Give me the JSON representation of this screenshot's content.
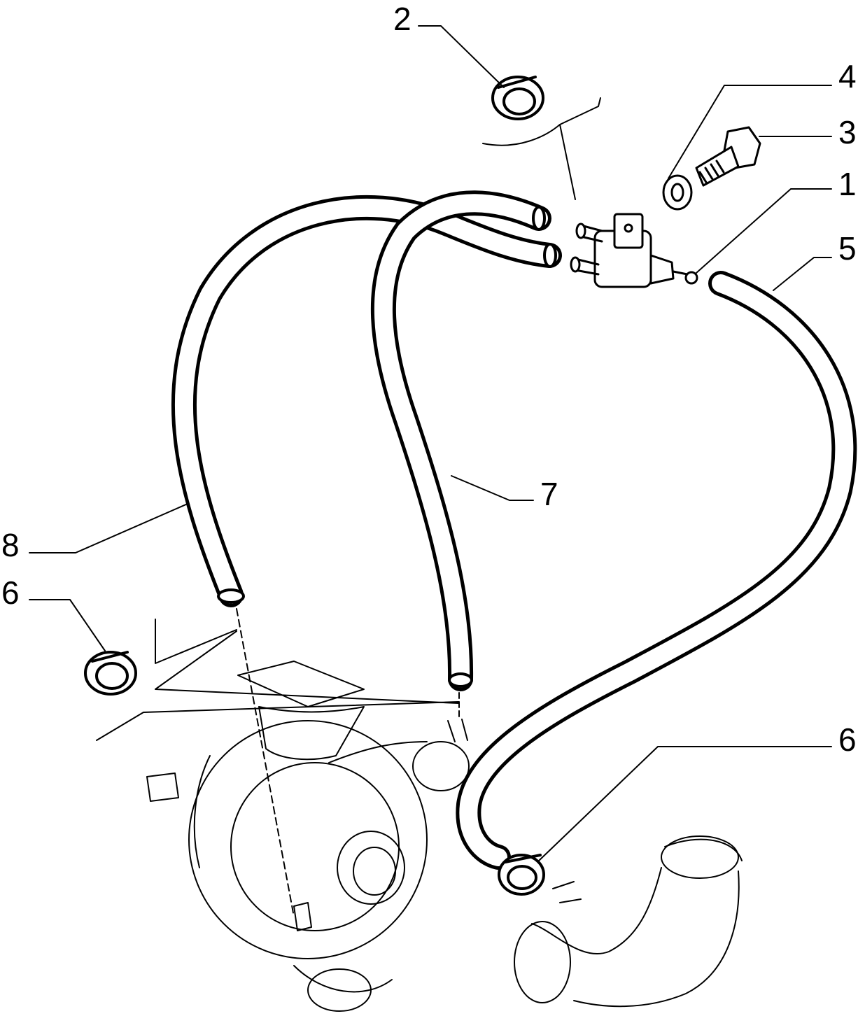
{
  "callouts": [
    {
      "id": "2",
      "label": "2"
    },
    {
      "id": "4",
      "label": "4"
    },
    {
      "id": "3",
      "label": "3"
    },
    {
      "id": "1",
      "label": "1"
    },
    {
      "id": "5",
      "label": "5"
    },
    {
      "id": "7",
      "label": "7"
    },
    {
      "id": "8",
      "label": "8"
    },
    {
      "id": "6a",
      "label": "6"
    },
    {
      "id": "6b",
      "label": "6"
    }
  ],
  "colors": {
    "line": "#000000",
    "paper": "#ffffff"
  }
}
